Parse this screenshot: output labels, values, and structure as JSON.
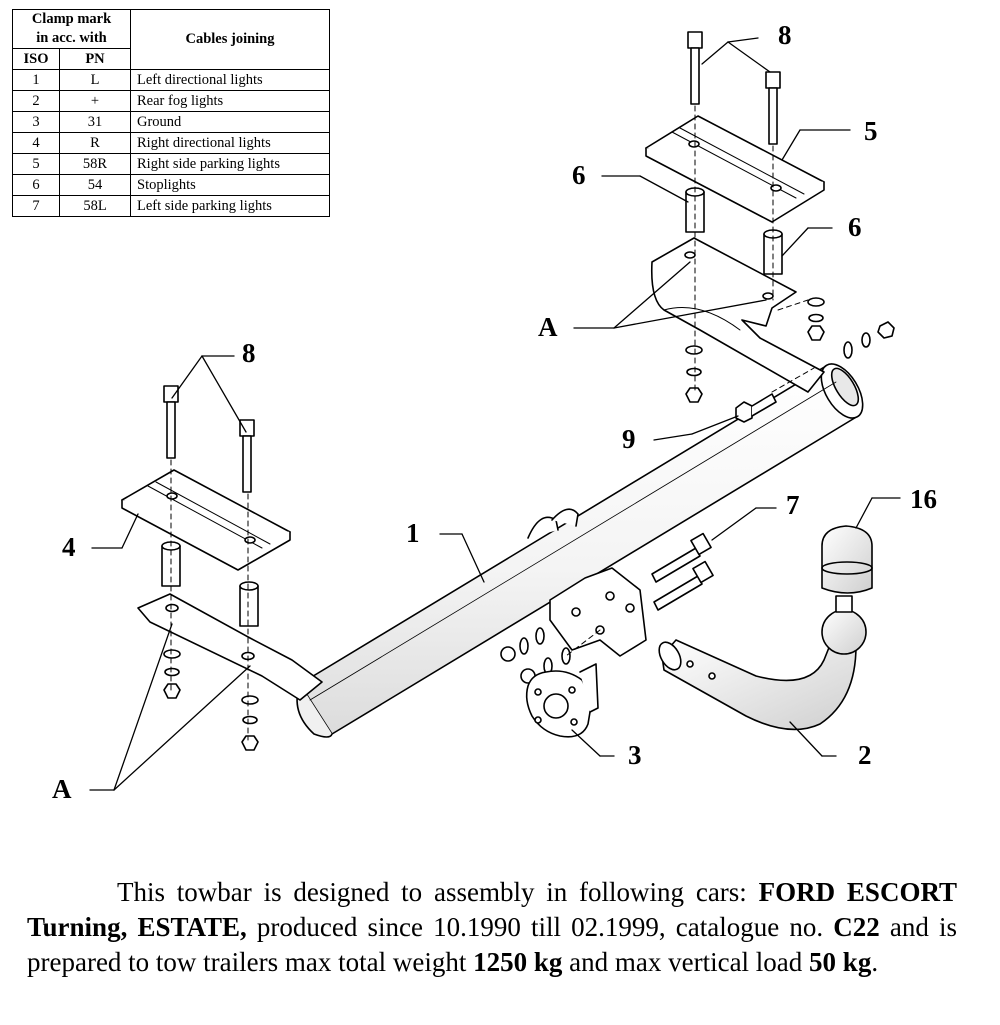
{
  "table": {
    "header": {
      "clamp_mark": "Clamp mark",
      "in_acc_with": "in acc. with",
      "cables_joining": "Cables joining",
      "iso": "ISO",
      "pn": "PN"
    },
    "rows": [
      {
        "iso": "1",
        "pn": "L",
        "cable": "Left directional lights"
      },
      {
        "iso": "2",
        "pn": "+",
        "cable": "Rear fog lights"
      },
      {
        "iso": "3",
        "pn": "31",
        "cable": "Ground"
      },
      {
        "iso": "4",
        "pn": "R",
        "cable": "Right directional lights"
      },
      {
        "iso": "5",
        "pn": "58R",
        "cable": "Right side parking lights"
      },
      {
        "iso": "6",
        "pn": "54",
        "cable": "Stoplights"
      },
      {
        "iso": "7",
        "pn": "58L",
        "cable": "Left side parking lights"
      }
    ]
  },
  "labels": {
    "l1": "1",
    "l2": "2",
    "l3": "3",
    "l4": "4",
    "l5": "5",
    "l6a": "6",
    "l6b": "6",
    "l7": "7",
    "l8a": "8",
    "l8b": "8",
    "l9": "9",
    "l16": "16",
    "la1": "A",
    "la2": "A"
  },
  "caption": {
    "p1": "This towbar is designed to assembly in following cars: ",
    "b1": "FORD ESCORT Turning, ESTATE,",
    "p2": " produced since 10.1990 till 02.1999, catalogue no. ",
    "b2": "C22",
    "p3": " and is prepared to tow trailers max total weight ",
    "b3": "1250 kg",
    "p4": " and max vertical load ",
    "b4": "50 kg",
    "p5": "."
  }
}
